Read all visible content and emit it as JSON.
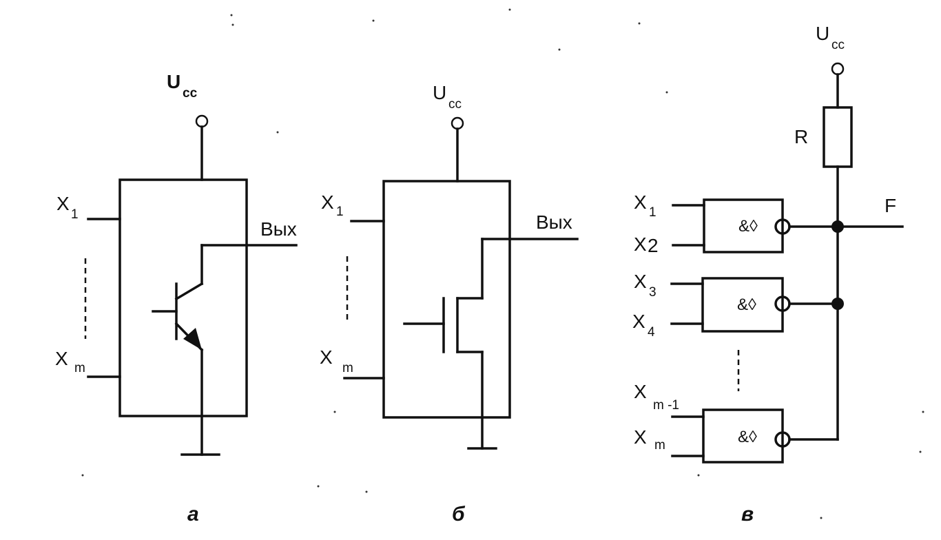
{
  "diagrams": {
    "a": {
      "caption": "а",
      "supply": {
        "main": "U",
        "sub": "cc"
      },
      "input_first": {
        "main": "X",
        "sub": "1"
      },
      "input_last": {
        "main": "X",
        "sub": "m"
      },
      "output": "Вых"
    },
    "b": {
      "caption": "б",
      "supply": {
        "main": "U",
        "sub": "cc"
      },
      "input_first": {
        "main": "X",
        "sub": "1"
      },
      "input_last": {
        "main": "X",
        "sub": "m"
      },
      "output": "Вых"
    },
    "c": {
      "caption": "в",
      "supply": {
        "main": "U",
        "sub": "cc"
      },
      "resistor": "R",
      "output": "F",
      "gate_symbol": "&◊",
      "inputs": [
        {
          "main": "X",
          "sub": "1"
        },
        {
          "main": "X",
          "sub": "2"
        },
        {
          "main": "X",
          "sub": "3"
        },
        {
          "main": "X",
          "sub": "4"
        },
        {
          "main": "X",
          "sub": "m -1"
        },
        {
          "main": "X",
          "sub": "m"
        }
      ]
    }
  }
}
